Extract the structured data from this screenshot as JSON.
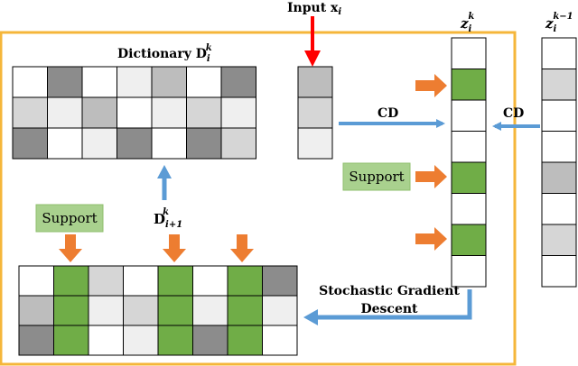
{
  "labels": {
    "input": "Input x",
    "input_sub": "i",
    "dictionary": "Dictionary D",
    "dictionary_sub": "i",
    "dictionary_sup": "k",
    "z_current": "z",
    "z_current_sub": "i",
    "z_current_sup": "k",
    "z_prev": "z",
    "z_prev_sub": "i",
    "z_prev_sup": "k−1",
    "d_next": "D",
    "d_next_sub": "i+1",
    "d_next_sup": "k",
    "cd_left": "CD",
    "cd_right": "CD",
    "support_right": "Support",
    "support_left": "Support",
    "sgd_line1": "Stochastic Gradient",
    "sgd_line2": "Descent"
  },
  "colors": {
    "frame": "#f5b63a",
    "dark_gray": "#8c8c8c",
    "mid_gray": "#bdbdbd",
    "light_gray": "#d6d6d6",
    "very_light": "#efefef",
    "white": "#ffffff",
    "green": "#70ad47",
    "support_fill": "#a9d18e",
    "orange": "#ed7d31",
    "blue": "#5b9bd5",
    "red": "#ff0000"
  },
  "dictionary_top": [
    [
      "white",
      "dark_gray",
      "white",
      "very_light",
      "mid_gray",
      "white",
      "dark_gray"
    ],
    [
      "light_gray",
      "very_light",
      "mid_gray",
      "white",
      "very_light",
      "light_gray",
      "very_light"
    ],
    [
      "dark_gray",
      "white",
      "very_light",
      "dark_gray",
      "white",
      "dark_gray",
      "light_gray"
    ]
  ],
  "input_column": [
    "mid_gray",
    "light_gray",
    "very_light"
  ],
  "z_current_column": [
    "white",
    "green",
    "white",
    "white",
    "green",
    "white",
    "green",
    "white"
  ],
  "z_prev_column": [
    "white",
    "light_gray",
    "white",
    "white",
    "mid_gray",
    "white",
    "light_gray",
    "white"
  ],
  "dictionary_bottom": [
    [
      "white",
      "green",
      "light_gray",
      "white",
      "green",
      "white",
      "green",
      "dark_gray"
    ],
    [
      "mid_gray",
      "green",
      "very_light",
      "light_gray",
      "green",
      "very_light",
      "green",
      "very_light"
    ],
    [
      "dark_gray",
      "green",
      "white",
      "very_light",
      "green",
      "dark_gray",
      "green",
      "white"
    ]
  ]
}
